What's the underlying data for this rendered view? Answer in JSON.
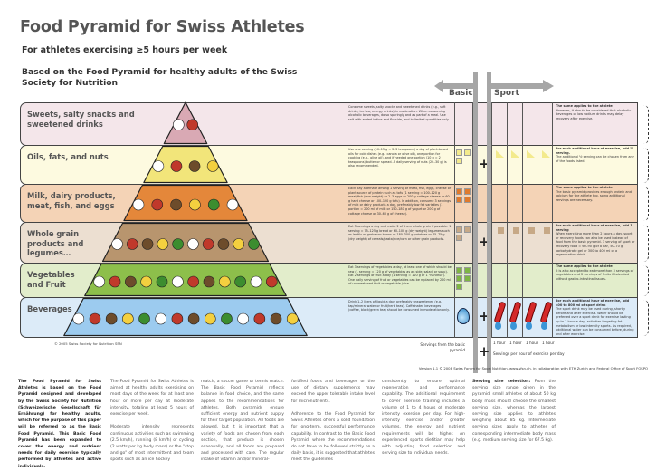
{
  "header": {
    "title": "Food Pyramid for Swiss Athletes",
    "subtitle": "For athletes exercising ≥5 hours per week",
    "based_on": "Based on the Food Pyramid for healthy adults of the Swiss Society for Nutrition"
  },
  "columns": {
    "basic": "Basic",
    "sport": "Sport"
  },
  "colors": {
    "bar_gray": "#a6a6a6",
    "text_dark": "#333333"
  },
  "rows": [
    {
      "label": "Sweets, salty snacks and sweetened drinks",
      "bg": "#f4e6ea",
      "layer": "#d9a9b4",
      "text": "Consume sweets, salty snacks and sweetened drinks (e.g., soft drinks, ice tea, energy drinks) in moderation. When consuming alcoholic beverages, do so sparingly and as part of a meal. Use salt with added iodine and fluoride, and in limited quantities only.",
      "basic_servings": 0,
      "basic_icon": "none",
      "plus": false,
      "sport_icon": "none",
      "sport_title": "The same applies to the athlete",
      "sport_text": "However, it should be considered that alcoholic beverages or low sodium drinks may delay recovery after exercise."
    },
    {
      "label": "Oils, fats, and nuts",
      "bg": "#fdfae0",
      "layer": "#f2e57a",
      "text": "Use one serving (10–15 g = 2–3 teaspoons) a day of plant-based oils for cold dishes (e.g., canola or olive oil), one portion for cooking (e.g., olive oil), and if needed one portion (10 g = 2 teaspoons) butter or spread. A daily serving of nuts (20–30 g) is also recommended.",
      "basic_servings": 3,
      "basic_icon": "square",
      "square_color": "#f3ea8c",
      "plus": true,
      "sport_icon": "half-serving-triangle",
      "sport_title": "For each additional hour of exercise, add ½ serving.",
      "sport_text": "The additional ½ serving can be chosen from any of the foods listed."
    },
    {
      "label": "Milk, dairy products, meat, fish, and eggs",
      "bg": "#f4d3b6",
      "layer": "#e4873a",
      "text": "Each day alternate among 1 serving of meat, fish, eggs, cheese or plant source of protein such as tofu (1 serving = 100–120 g meat/fish (raw weight) or 2–3 eggs or 200 g cottage cheese or 60 g hard cheese or 100–120 g tofu). In addition, consume 3 servings of milk or dairy products a day, preferably low fat varieties (1 portion = 200 ml of milk or 150–180 g of yogurt or 200 g of cottage cheese or 30–60 g of cheese).",
      "basic_servings": 4,
      "basic_icon": "square",
      "square_color": "#e07a2c",
      "plus": false,
      "sport_icon": "none",
      "sport_title": "The same applies to the athlete",
      "sport_text": "The basic pyramid provides enough protein and calcium for the athlete too, so no additional servings are necessary."
    },
    {
      "label": "Whole grain products and legumes…",
      "bg": "#ecdfd1",
      "layer": "#b8956e",
      "text": "Eat 3 servings a day and make 2 of them whole grain if possible. 1 serving = 75–125 g bread or 60–100 g (dry weight) legumes such as lentils or garbanzo beans or 180–300 g potatoes or 45–75 g (dry weight) of cereals/pasta/rice/corn or other grain products.",
      "basic_servings": 3,
      "basic_icon": "square",
      "square_color": "#c7a987",
      "plus": true,
      "sport_icon": "square",
      "sport_title": "For each additional hour of exercise, add 1 serving",
      "sport_text": "When exercising more than 2 hours a day, sport or recovery foods can also be used instead of food from the basic pyramid. 1 serving of sport or recovery food = 60–90 g of a bar, 50–70 g carbohydrate gel or 300 to 400 ml of a regeneration drink."
    },
    {
      "label": "Vegetables and Fruit",
      "bg": "#e2edcb",
      "layer": "#8dbf4b",
      "text": "Eat 3 servings of vegetables a day, at least one of which should be raw (1 serving = 120 g of vegetables as an side, salad, or soup). Eat 2 servings of fruit a day (1 serving = 120 g or 1 \"handful\"). One daily serving of fruit or vegetables can be replaced by 200 ml of unsweetened fruit or vegetable juice.",
      "basic_servings": 5,
      "basic_icon": "square",
      "square_color": "#7fb644",
      "plus": false,
      "sport_icon": "none",
      "sport_title": "The same applies to the athlete",
      "sport_text": "It is also accepted to eat more than 3 servings of vegetables and 2 servings of fruits if tolerated without gastro-intestinal issues."
    },
    {
      "label": "Beverages",
      "bg": "#dcebf8",
      "layer": "#9ccbef",
      "text": "Drink 1–2 liters of liquid a day, preferably unsweetened (e.g. tap/mineral water or fruit/herb teas). Caffeinated beverages (coffee, black/green tea) should be consumed in moderation only.",
      "basic_servings": 1,
      "basic_icon": "water-drop",
      "plus": true,
      "sport_icon": "sport-drink-bottle",
      "sport_title": "For each additional hour of exercise, add 400 to 800 ml of sport drink",
      "sport_text": "The sport drink may be used during, shortly before and after exercise. Water should be preferred over a sport drink for exercise lasting up to 1 hour a day, activities targeting fat metabolism or low intensity sports. As required, additional water can be consumed before, during and after exercise."
    }
  ],
  "footer": {
    "servings_basic": "Servings from the basic pyramid",
    "plus": "+",
    "hours": [
      "1 hour",
      "1 hour",
      "1 hour",
      "1 hour"
    ],
    "servings_sport": "Servings per hour of exercise per day",
    "copyright": "© 2005 Swiss Society for Nutrition SSN",
    "version": "Version 1.1 © 2008 Swiss Forum for Sport Nutrition, www.sfsn.ch, in collaboration with ETH Zurich and Federal Office of Sport FOSPO"
  },
  "body_columns": [
    "The Food Pyramid for Swiss Athletes is based on the Food Pyramid designed and developed by the Swiss Society for Nutrition (Schweizerische Gesellschaft für Ernährung) for healthy adults, which for the purpose of this paper will be referred to as the Basic Food Pyramid. This Basic Food Pyramid has been expanded to cover the energy and nutrient needs for daily exercise typically performed by athletes and active individuals.",
    "The Food Pyramid for Swiss Athletes is aimed at healthy adults exercising on most days of the week for at least one hour or more per day at moderate intensity, totaling at least 5 hours of exercise per week.\n\nModerate intensity represents continuous activities such as swimming (2.5 km/h), running (8 km/h) or cycling (2 watts per kg body mass) or the \"stop and go\" of most intermittent and team sports such as an ice hockey",
    "match, a soccer game or tennis match. The Basic Food Pyramid reflects balance in food choice, and the same applies to the recommendations for athletes. Both pyramids ensure sufficient energy and nutrient supply for their target population. All foods are allowed, but it is important that a variety of foods are chosen from each section, that produce is chosen seasonally, and all foods are prepared and processed with care. The regular intake of vitamin and/or mineral-",
    "fortified foods and beverages or the use of dietary supplements may exceed the upper tolerable intake level for micronutrients.\n\nAdherence to the Food Pyramid for Swiss Athletes offers a solid foundation for long-term, successful performance capability. In contrast to the Basic Food Pyramid, where the recommendations do not have to be followed strictly on a daily basis, it is suggested that athletes meet the guidelines",
    "consistently to ensure optimal regeneration and performance capability. The additional requirement to cover exercise training includes a volume of 1 to 4 hours of moderate intensity exercise per day. For high-intensity exercise and/or greater volumes, the energy and nutrient requirements will be higher. An experienced sports dietitian may help with adjusting food selection and serving size to individual needs.",
    "From the serving size range given in the pyramid, small athletes of about 50 kg body mass should choose the smallest serving size, whereas the largest serving size applies to athletes weighing about 85 kg. Intermediate serving sizes apply to athletes of corresponding intermediate body mass (e.g. medium serving size for 67.5 kg)."
  ],
  "serving_size_heading": "Serving size selection:"
}
